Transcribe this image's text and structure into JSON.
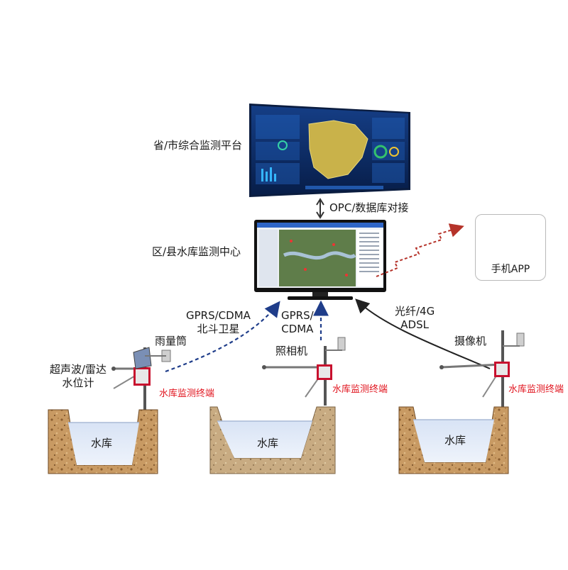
{
  "labels": {
    "provincial_platform": "省/市综合监测平台",
    "opc_link": "OPC/数据库对接",
    "county_center": "区/县水库监测中心",
    "mobile_app": "手机APP",
    "link_left": "GPRS/CDMA\n北斗卫星",
    "link_mid": "GPRS/\nCDMA",
    "link_right": "光纤/4G\nADSL",
    "rain_gauge": "雨量筒",
    "level_meter": "超声波/雷达\n水位计",
    "camera_photo": "照相机",
    "camera_video": "摄像机",
    "terminal": "水库监测终端",
    "reservoir": "水库"
  },
  "colors": {
    "terminal_text": "#e1141e",
    "water": "#e3ebf8",
    "soil": "#c89a63",
    "app_arrow": "#b5332a",
    "screen_blue": "#0b2f6e"
  }
}
